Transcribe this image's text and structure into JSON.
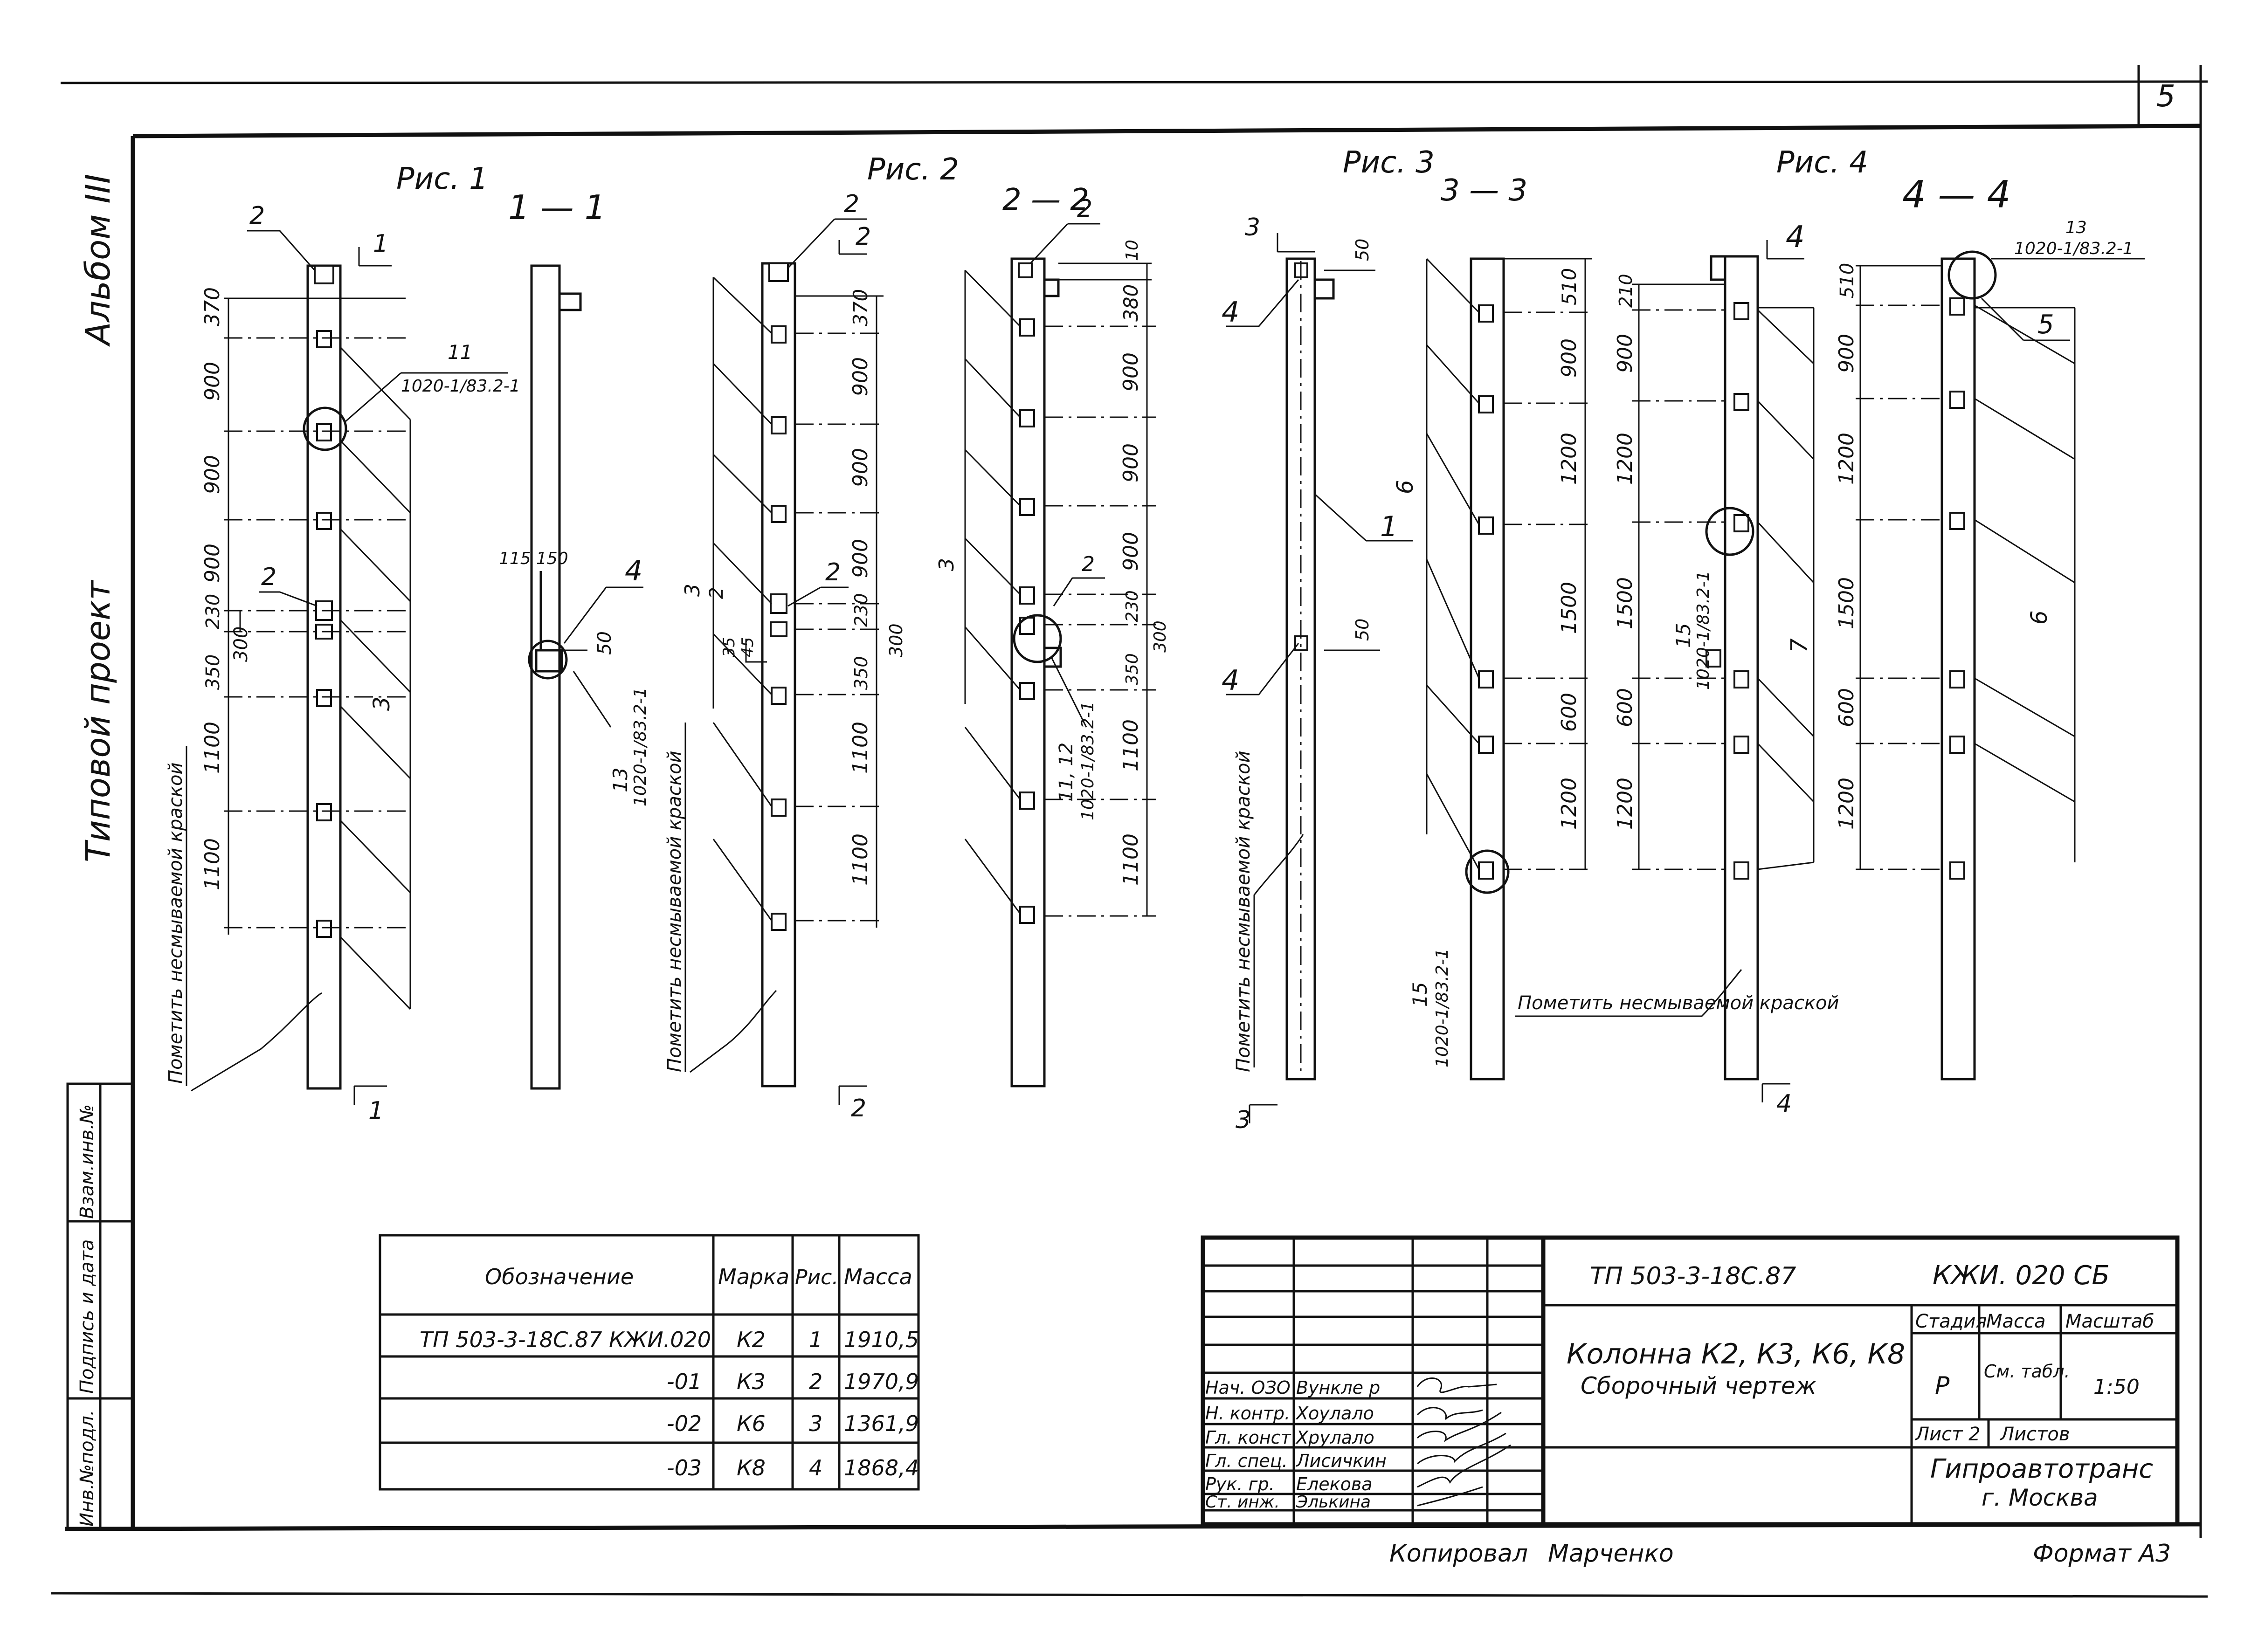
{
  "page_number": "5",
  "side_labels": {
    "album": "Альбом III",
    "project": "Типовой проект"
  },
  "margin_stamp": [
    "Инв.№подл.",
    "Подпись и дата",
    "Взам.инв.№"
  ],
  "figures": [
    {
      "title": "Рис. 1",
      "section": "1 — 1",
      "cut_mark": "1",
      "dims": [
        "370",
        "900",
        "900",
        "900",
        "230",
        "300",
        "350",
        "1100",
        "1100"
      ],
      "detail_num": "11",
      "detail_ref": "1020-1/83.2-1",
      "pos_labels": [
        "2",
        "2",
        "3"
      ],
      "section_dims": [
        "115",
        "150",
        "50"
      ],
      "section_detail_num": "13",
      "section_detail_ref": "1020-1/83.2-1",
      "section_pos": "4",
      "note": "Пометить несмываемой краской"
    },
    {
      "title": "Рис. 2",
      "section": "2 — 2",
      "cut_mark": "2",
      "dims": [
        "370",
        "900",
        "900",
        "900",
        "230",
        "300",
        "350",
        "1100",
        "1100"
      ],
      "section_dims": [
        "10",
        "380",
        "900",
        "900",
        "900",
        "230",
        "300",
        "350",
        "1100",
        "1100"
      ],
      "small_dims": [
        "35",
        "45"
      ],
      "detail_num": "11, 12",
      "detail_ref": "1020-1/83.2-1",
      "pos_labels": [
        "2",
        "2",
        "2",
        "3",
        "2",
        "3"
      ],
      "note": "Пометить несмываемой краской"
    },
    {
      "title": "Рис. 3",
      "section": "3 — 3",
      "cut_mark": "3",
      "dims": [
        "50",
        "50",
        "510",
        "900",
        "1200",
        "1500",
        "600",
        "1200"
      ],
      "pos_labels": [
        "4",
        "4",
        "1",
        "6"
      ],
      "detail_num": "15",
      "detail_ref": "1020-1/83.2-1",
      "note": "Пометить несмываемой краской"
    },
    {
      "title": "Рис. 4",
      "section": "4 — 4",
      "cut_mark": "4",
      "dims": [
        "210",
        "900",
        "1200",
        "1500",
        "600",
        "1200"
      ],
      "section_dims": [
        "510",
        "900",
        "1200",
        "1500",
        "600",
        "1200"
      ],
      "detail_num": "15",
      "detail_ref": "1020-1/83.2-1",
      "section_detail_num": "13",
      "section_detail_ref": "1020-1/83.2-1",
      "pos_labels": [
        "7",
        "5",
        "6"
      ],
      "note": "Пометить несмываемой краской"
    }
  ],
  "spec_table": {
    "headers": [
      "Обозначение",
      "Марка",
      "Рис.",
      "Масса"
    ],
    "rows": [
      [
        "ТП 503-3-18С.87 КЖИ.020",
        "К2",
        "1",
        "1910,5"
      ],
      [
        "-01",
        "К3",
        "2",
        "1970,9"
      ],
      [
        "-02",
        "К6",
        "3",
        "1361,9"
      ],
      [
        "-03",
        "К8",
        "4",
        "1868,4"
      ]
    ]
  },
  "title_block": {
    "code": "ТП 503-3-18С.87",
    "doc_code": "КЖИ. 020 СБ",
    "name": "Колонна К2, К3, К6, К8",
    "subname": "Сборочный чертеж",
    "stage_header": "Стадия",
    "mass_header": "Масса",
    "scale_header": "Масштаб",
    "stage": "Р",
    "mass": "См. табл.",
    "scale": "1:50",
    "sheet": "Лист 2",
    "sheets": "Листов",
    "org": "Гипроавтотранс",
    "city": "г. Москва",
    "roles": [
      {
        "role": "Нач. ОЗО",
        "name": "Вункле р"
      },
      {
        "role": "Н. контр.",
        "name": "Хоулало"
      },
      {
        "role": "Гл. конст",
        "name": "Хрулало"
      },
      {
        "role": "Гл. спец.",
        "name": "Лисичкин"
      },
      {
        "role": "Рук. гр.",
        "name": "Елекова"
      },
      {
        "role": "Ст. инж.",
        "name": "Элькина"
      }
    ]
  },
  "footer": {
    "copied_label": "Копировал",
    "copied_name": "Марченко",
    "format": "Формат А3"
  }
}
